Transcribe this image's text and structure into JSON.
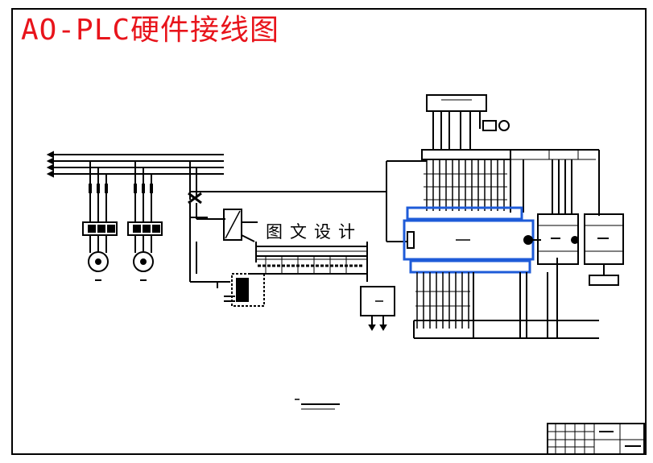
{
  "drawing": {
    "title": "AO-PLC硬件接线图",
    "title_color": "#e8141b",
    "watermark": "图文设计",
    "highlight_color": "#1e5bd8"
  },
  "components": {
    "motor_count": 2,
    "relay_module_count": 2
  }
}
